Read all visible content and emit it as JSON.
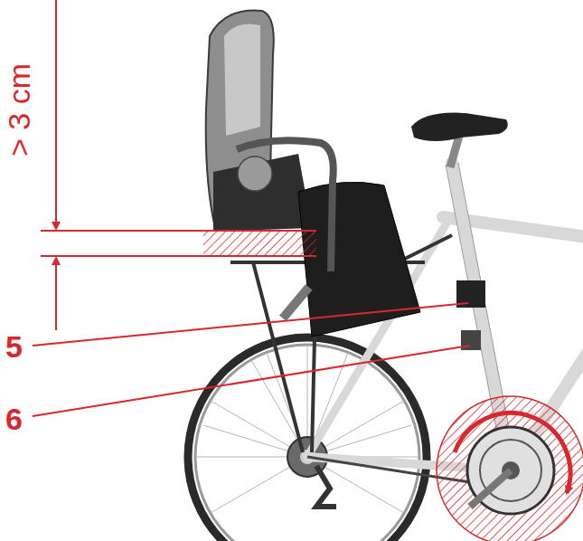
{
  "diagram": {
    "labels": [
      "> 3 cm",
      "5",
      "6"
    ]
  }
}
